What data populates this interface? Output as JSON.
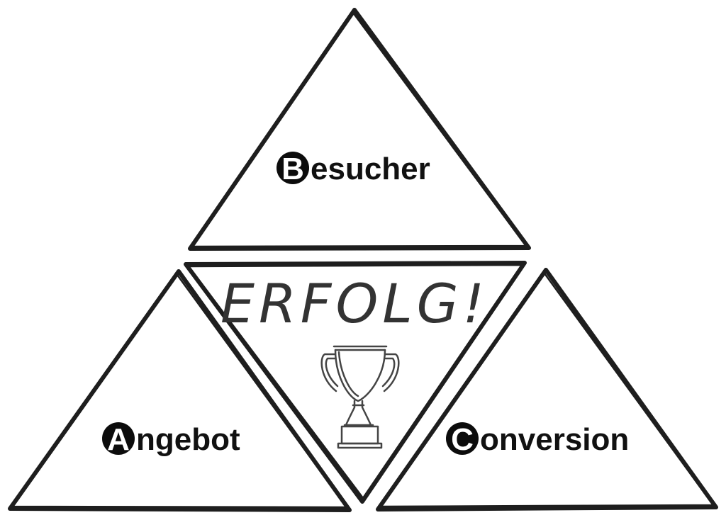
{
  "diagram": {
    "center": {
      "text": "ERFOLG!",
      "icon": "trophy-icon"
    },
    "triangles": [
      {
        "badge": "B",
        "label": "esucher"
      },
      {
        "badge": "A",
        "label": "ngebot"
      },
      {
        "badge": "C",
        "label": "onversion"
      }
    ]
  }
}
